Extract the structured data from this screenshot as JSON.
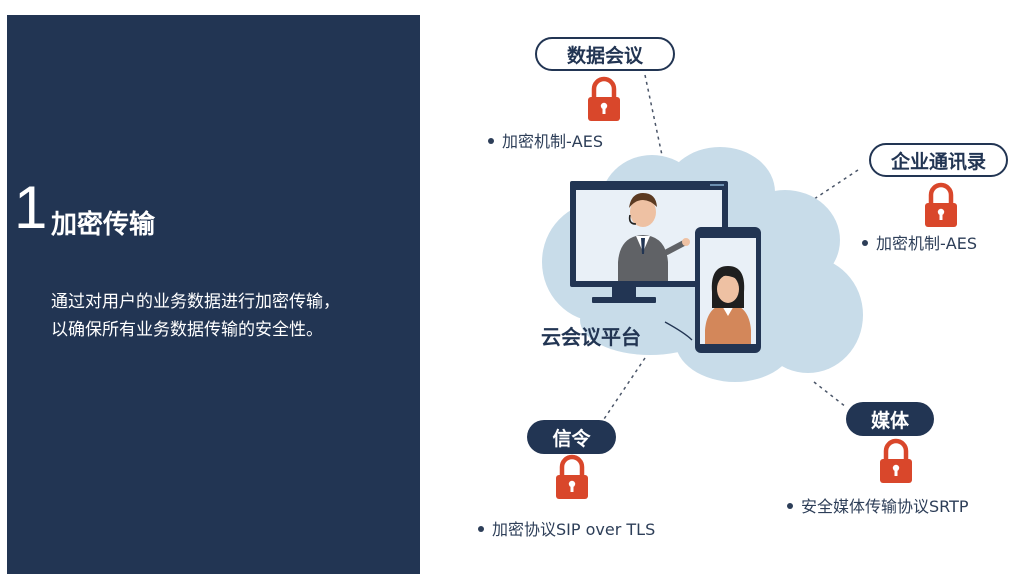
{
  "section": {
    "number": "1",
    "title": "加密传输",
    "desc_line1": "通过对用户的业务数据进行加密传输，",
    "desc_line2": "以确保所有业务数据传输的安全性。"
  },
  "platform_label": "云会议平台",
  "nodes": {
    "data_meeting": {
      "label": "数据会议",
      "bullet": "加密机制-AES"
    },
    "address_book": {
      "label": "企业通讯录",
      "bullet": "加密机制-AES"
    },
    "media": {
      "label": "媒体",
      "bullet": "安全媒体传输协议SRTP"
    },
    "signaling": {
      "label": "信令",
      "bullet": "加密协议SIP over TLS"
    }
  },
  "colors": {
    "navy": "#223553",
    "cloud": "#c8dce9",
    "lock": "#d9472b"
  }
}
